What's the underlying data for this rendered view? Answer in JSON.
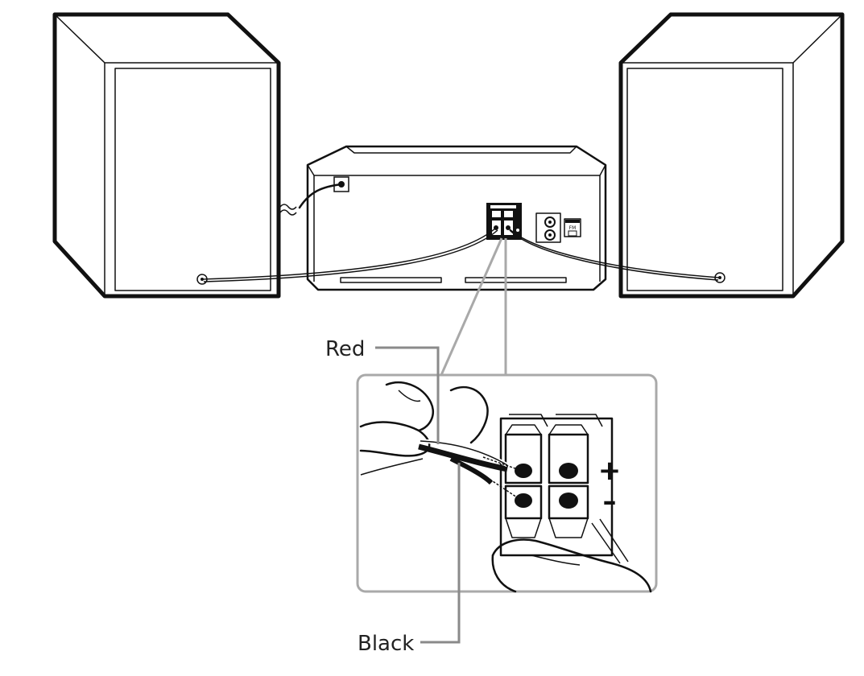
{
  "labels": {
    "red": "Red",
    "black": "Black",
    "plus": "+",
    "minus": "–"
  },
  "panel": {
    "fm": "FM"
  },
  "colors": {
    "line": "#111111",
    "callout_frame": "#a9a9a9",
    "leader_line": "#8a8a8a",
    "background": "#ffffff"
  }
}
